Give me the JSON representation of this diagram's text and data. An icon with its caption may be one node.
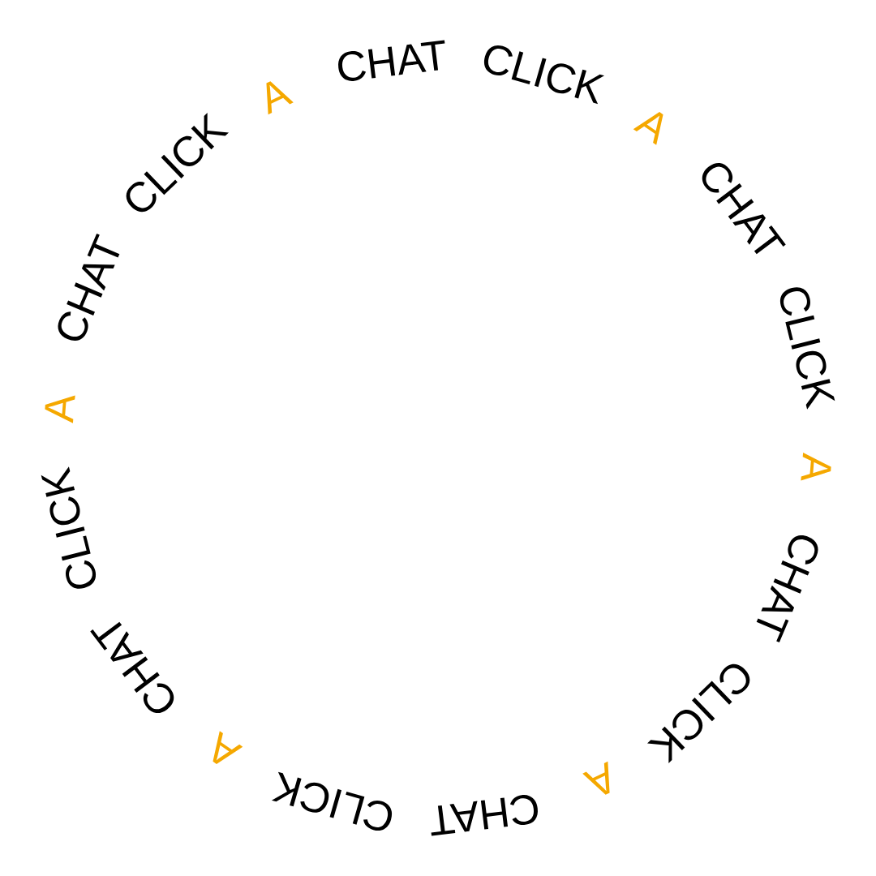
{
  "diagram": {
    "labels": [
      "CLICK",
      "A",
      "CHAT",
      "CLICK",
      "A",
      "CHAT",
      "CLICK",
      "A",
      "CHAT",
      "CLICK",
      "A",
      "CHAT",
      "CLICK",
      "A",
      "CHAT",
      "CLICK",
      "A",
      "CHAT"
    ]
  }
}
